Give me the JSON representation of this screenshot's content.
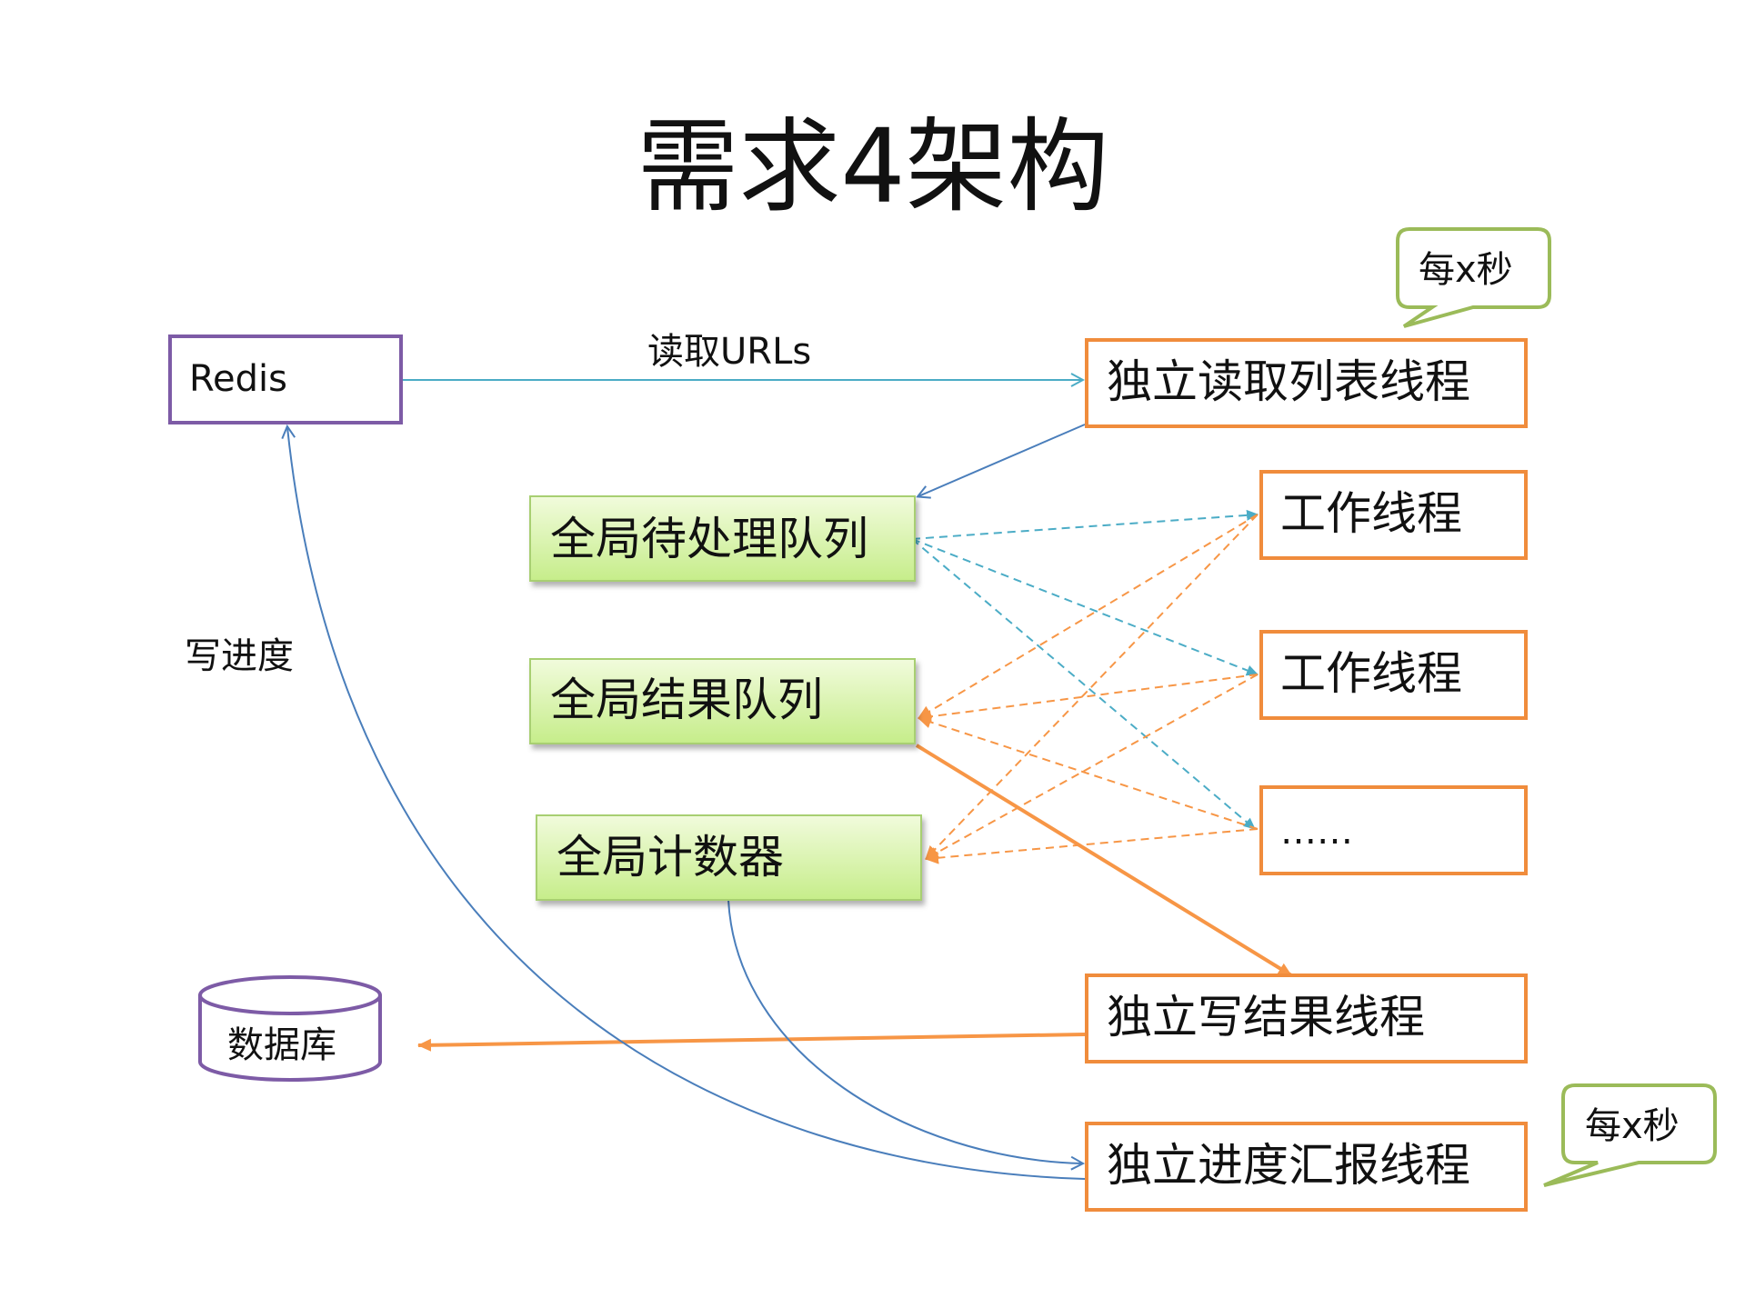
{
  "title": "需求4架构",
  "nodes": {
    "redis": "Redis",
    "read_list_thread": "独立读取列表线程",
    "pending_queue": "全局待处理队列",
    "result_queue": "全局结果队列",
    "counter": "全局计数器",
    "worker_1": "工作线程",
    "worker_2": "工作线程",
    "worker_more": "……",
    "write_result_thread": "独立写结果线程",
    "progress_thread": "独立进度汇报线程",
    "database": "数据库"
  },
  "edges": {
    "read_urls": "读取URLs",
    "write_progress": "写进度"
  },
  "callouts": {
    "every_x_sec_top": "每x秒",
    "every_x_sec_bottom": "每x秒"
  },
  "colors": {
    "purple_border": "#7d5ba6",
    "orange_border": "#f08c3c",
    "green_fill_top": "#f0fbd8",
    "green_fill_bottom": "#c8ee8c",
    "green_border": "#a8cf72",
    "callout_border": "#9bbb59",
    "blue_line": "#4a7ebb",
    "teal_dashed": "#4bacc6",
    "orange_dashed": "#f79646"
  }
}
